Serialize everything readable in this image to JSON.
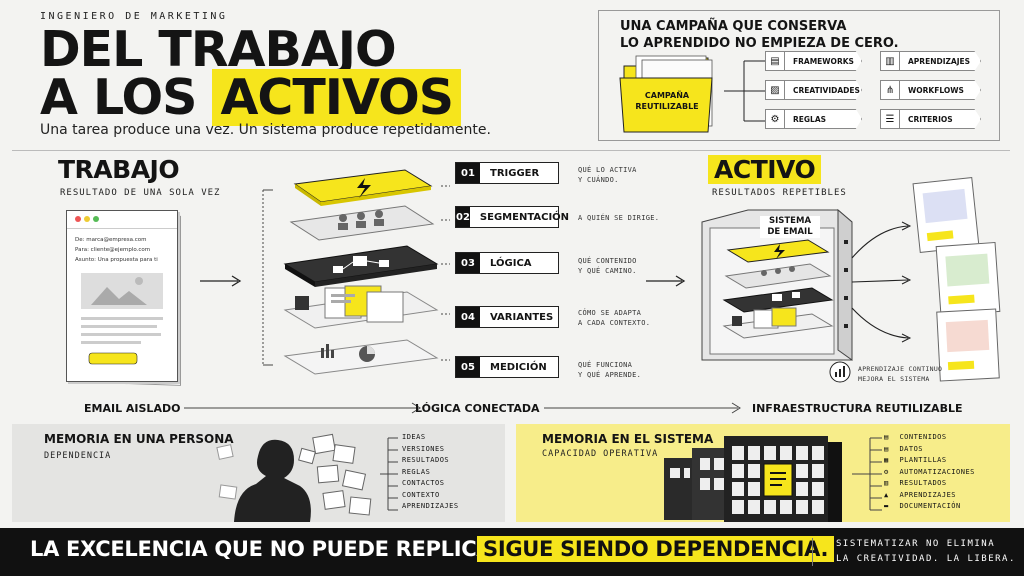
{
  "header": {
    "eyebrow": "INGENIERO DE MARKETING",
    "title_line1": "DEL TRABAJO",
    "title_line2_a": "A LOS",
    "title_line2_b": "ACTIVOS",
    "subtitle": "Una tarea produce una vez. Un sistema produce repetidamente."
  },
  "campaign": {
    "title_line1": "UNA CAMPAÑA QUE CONSERVA",
    "title_line2": "LO APRENDIDO NO EMPIEZA DE CERO.",
    "folder_line1": "CAMPAÑA",
    "folder_line2": "REUTILIZABLE",
    "items_left": [
      {
        "label": "FRAMEWORKS",
        "icon": "document-icon"
      },
      {
        "label": "CREATIVIDADES",
        "icon": "image-icon"
      },
      {
        "label": "REGLAS",
        "icon": "gear-icon"
      }
    ],
    "items_right": [
      {
        "label": "APRENDIZAJES",
        "icon": "bar-chart-icon"
      },
      {
        "label": "WORKFLOWS",
        "icon": "network-icon"
      },
      {
        "label": "CRITERIOS",
        "icon": "checklist-icon"
      }
    ]
  },
  "trabajo": {
    "title": "TRABAJO",
    "subtitle": "RESULTADO DE UNA SOLA VEZ",
    "email_from": "De: marca@empresa.com",
    "email_to": "Para: cliente@ejemplo.com",
    "email_subject": "Asunto: Una propuesta para ti",
    "bottom_label": "EMAIL AISLADO"
  },
  "layers": [
    {
      "num": "01",
      "label": "TRIGGER",
      "desc1": "QUÉ LO ACTIVA",
      "desc2": "Y CUÁNDO."
    },
    {
      "num": "02",
      "label": "SEGMENTACIÓN",
      "desc1": "A QUIÉN SE DIRIGE.",
      "desc2": ""
    },
    {
      "num": "03",
      "label": "LÓGICA",
      "desc1": "QUÉ CONTENIDO",
      "desc2": "Y QUÉ CAMINO."
    },
    {
      "num": "04",
      "label": "VARIANTES",
      "desc1": "CÓMO SE ADAPTA",
      "desc2": "A CADA CONTEXTO."
    },
    {
      "num": "05",
      "label": "MEDICIÓN",
      "desc1": "QUÉ FUNCIONA",
      "desc2": "Y QUÉ APRENDE."
    }
  ],
  "middle": {
    "bottom_label": "LÓGICA CONECTADA"
  },
  "activo": {
    "title": "ACTIVO",
    "subtitle": "RESULTADOS REPETIBLES",
    "system_line1": "SISTEMA",
    "system_line2": "DE EMAIL",
    "loop_line1": "APRENDIZAJE CONTINUO",
    "loop_line2": "MEJORA EL SISTEMA",
    "bottom_label": "INFRAESTRUCTURA REUTILIZABLE"
  },
  "memoria_persona": {
    "title": "MEMORIA EN UNA PERSONA",
    "subtitle": "DEPENDENCIA",
    "items": [
      "IDEAS",
      "VERSIONES",
      "RESULTADOS",
      "REGLAS",
      "CONTACTOS",
      "CONTEXTO",
      "APRENDIZAJES"
    ]
  },
  "memoria_sistema": {
    "title": "MEMORIA EN EL SISTEMA",
    "subtitle": "CAPACIDAD OPERATIVA",
    "items": [
      {
        "label": "CONTENIDOS",
        "icon": "document-icon"
      },
      {
        "label": "DATOS",
        "icon": "document-icon"
      },
      {
        "label": "PLANTILLAS",
        "icon": "template-icon"
      },
      {
        "label": "AUTOMATIZACIONES",
        "icon": "gear-icon"
      },
      {
        "label": "RESULTADOS",
        "icon": "bar-chart-icon"
      },
      {
        "label": "APRENDIZAJES",
        "icon": "graduation-cap-icon"
      },
      {
        "label": "DOCUMENTACIÓN",
        "icon": "folder-icon"
      }
    ]
  },
  "footer": {
    "main": "LA EXCELENCIA QUE NO PUEDE REPLICARSE",
    "highlight": "SIGUE SIENDO DEPENDENCIA.",
    "right_line1": "SISTEMATIZAR NO ELIMINA",
    "right_line2": "LA CREATIVIDAD. LA LIBERA."
  },
  "colors": {
    "accent": "#f6e51c",
    "dark": "#111111",
    "background": "#f3f3f1"
  }
}
